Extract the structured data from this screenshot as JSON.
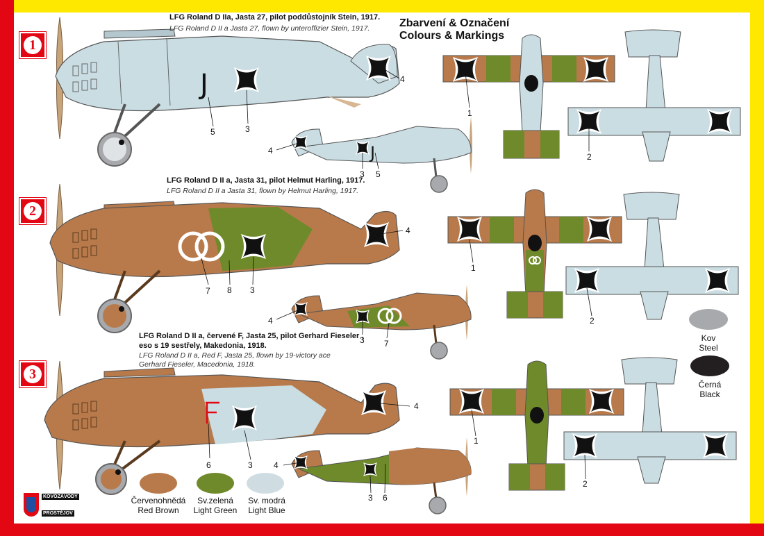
{
  "header": {
    "line1": "Zbarvení & Označení",
    "line2": "Colours & Markings"
  },
  "schemes": [
    {
      "number": "1",
      "title_cz": "LFG Roland D IIa, Jasta 27, pilot poddůstojník Stein, 1917.",
      "title_en": "LFG Roland D II a Jasta 27, flown by unteroffizier Stein, 1917.",
      "letter": "J"
    },
    {
      "number": "2",
      "title_cz": "LFG Roland D II a, Jasta 31, pilot Helmut Harling, 1917.",
      "title_en": "LFG Roland D II a Jasta 31, flown by Helmut Harling, 1917."
    },
    {
      "number": "3",
      "title_cz_1": "LFG Roland D II a, červené F, Jasta 25, pilot Gerhard Fieseler ,",
      "title_cz_2": "eso s 19 sestřely, Makedonia, 1918.",
      "title_en_1": "LFG Roland D II a, Red F, Jasta 25, flown by 19-victory ace",
      "title_en_2": "Gerhard Fieseler, Macedonia, 1918.",
      "letter": "F"
    }
  ],
  "callouts": {
    "s1": [
      "4",
      "5",
      "3",
      "4",
      "3",
      "5",
      "1",
      "2"
    ],
    "s2": [
      "4",
      "7",
      "8",
      "3",
      "4",
      "3",
      "7",
      "1",
      "2"
    ],
    "s3": [
      "4",
      "6",
      "3",
      "4",
      "3",
      "6",
      "1",
      "2"
    ]
  },
  "swatches": [
    {
      "cz": "Červenohnědá",
      "en": "Red Brown",
      "color": "#b87a4b"
    },
    {
      "cz": "Sv.zelená",
      "en": "Light Green",
      "color": "#6f8a2a"
    },
    {
      "cz": "Sv. modrá",
      "en": "Light Blue",
      "color": "#cfdde3"
    },
    {
      "cz": "Kov",
      "en": "Steel",
      "color": "#a7a9ac"
    },
    {
      "cz": "Černá",
      "en": "Black",
      "color": "#231f20"
    }
  ],
  "logo": {
    "line1": "KOVOZÁVODY",
    "line2": "PROSTĚJOV"
  },
  "colors": {
    "border_yellow": "#ffe800",
    "border_red": "#e30613",
    "marking_red": "#e30613"
  }
}
